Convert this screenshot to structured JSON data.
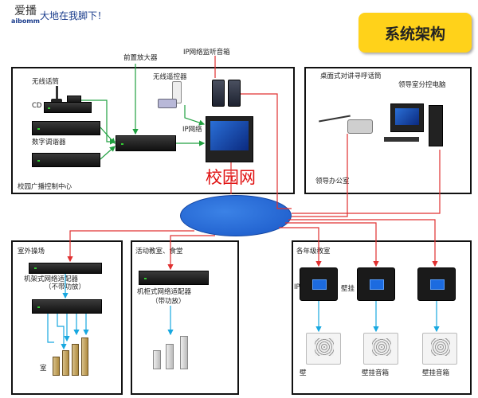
{
  "header": {
    "logo_mark": "爱播",
    "logo_text": "aibomm",
    "slogan": "大地在我脚下！",
    "title": "系统架构"
  },
  "top_labels": {
    "preamp": "前置放大器",
    "ip_listen": "IP网络监听音箱"
  },
  "control_center": {
    "name": "校园广播控制中心",
    "wireless_mic": "无线话筒",
    "cd": "CD",
    "digital_tuner": "数字调谐器",
    "wireless_remote": "无线遥控器",
    "ip_network": "IP网络"
  },
  "leader_office": {
    "name": "领导办公室",
    "desk_intercom": "桌面式对讲寻呼话筒",
    "leader_pc": "领导室分控电脑"
  },
  "campus_network": "校园网",
  "outdoor": {
    "name": "室外操场",
    "adapter": "机架式网络适配器",
    "adapter_note": "（不带功放）",
    "speaker_label": "室"
  },
  "activity": {
    "name": "活动教室、食堂",
    "adapter": "机柜式网络适配器",
    "adapter_note": "（带功放）"
  },
  "classrooms": {
    "name": "各年级教室",
    "ip_label": "IP",
    "wall_label": "壁挂",
    "speaker_1": "壁",
    "speaker_2": "壁挂音箱",
    "speaker_3": "壁挂音箱"
  },
  "colors": {
    "title_bg": "#ffd21a",
    "network": "#1a58c8",
    "wire_red": "#e03030",
    "wire_green": "#20a040",
    "wire_cyan": "#18a8e0"
  }
}
